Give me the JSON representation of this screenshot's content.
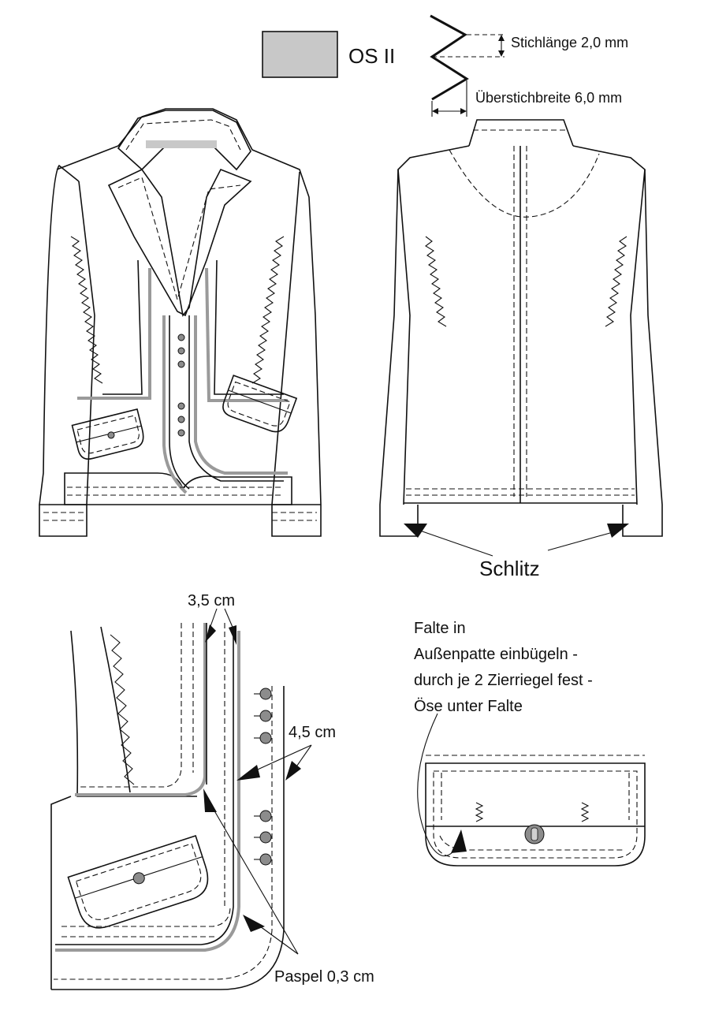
{
  "legend": {
    "swatch_color": "#c8c8c8",
    "swatch_label": "OS II",
    "stitch_length_label": "Stichlänge 2,0 mm",
    "overstitch_width_label": "Überstichbreite 6,0 mm"
  },
  "back_view": {
    "slit_label": "Schlitz"
  },
  "detail_front": {
    "measure_top_label": "3,5 cm",
    "measure_side_label": "4,5 cm",
    "piping_label": "Paspel 0,3 cm"
  },
  "detail_pocket": {
    "instruction_lines": [
      "Falte in",
      "Außenpatte einbügeln -",
      "durch je 2 Zierriegel fest -",
      "Öse unter Falte"
    ]
  },
  "colors": {
    "ink": "#111111",
    "piping": "#9a9a9a",
    "button": "#8c8c8c"
  }
}
